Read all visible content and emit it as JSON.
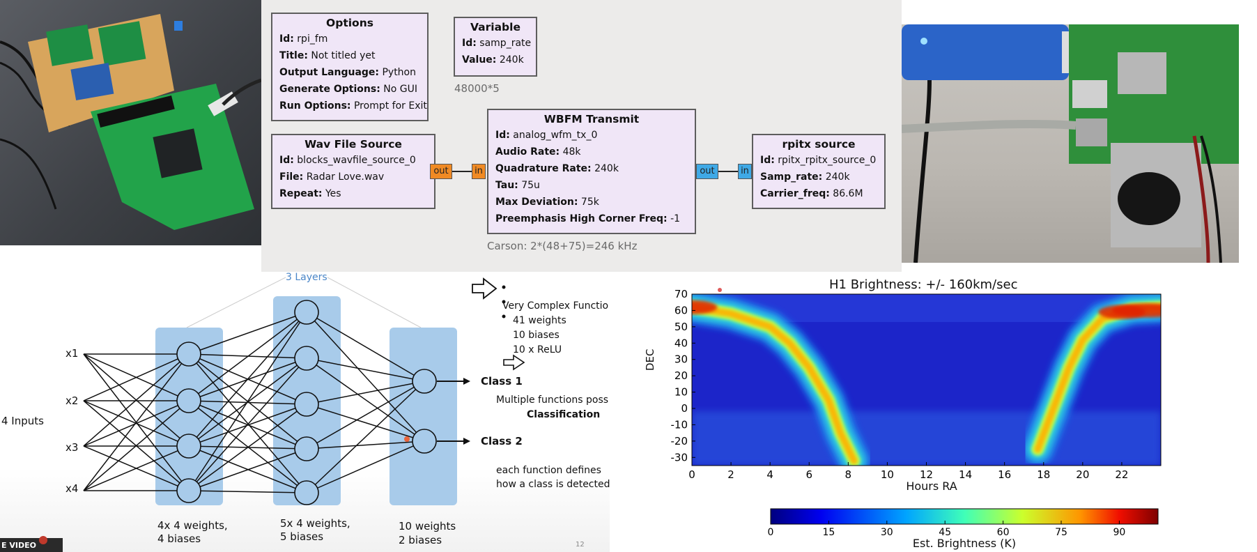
{
  "grc": {
    "options": {
      "title": "Options",
      "rows": [
        [
          "Id:",
          "rpi_fm"
        ],
        [
          "Title:",
          "Not titled yet"
        ],
        [
          "Output Language:",
          "Python"
        ],
        [
          "Generate Options:",
          "No GUI"
        ],
        [
          "Run Options:",
          "Prompt for Exit"
        ]
      ]
    },
    "variable": {
      "title": "Variable",
      "rows": [
        [
          "Id:",
          "samp_rate"
        ],
        [
          "Value:",
          "240k"
        ]
      ]
    },
    "variable_note": "48000*5",
    "wav": {
      "title": "Wav File Source",
      "rows": [
        [
          "Id:",
          "blocks_wavfile_source_0"
        ],
        [
          "File:",
          "Radar Love.wav"
        ],
        [
          "Repeat:",
          "Yes"
        ]
      ]
    },
    "wbfm": {
      "title": "WBFM Transmit",
      "rows": [
        [
          "Id:",
          "analog_wfm_tx_0"
        ],
        [
          "Audio Rate:",
          "48k"
        ],
        [
          "Quadrature Rate:",
          "240k"
        ],
        [
          "Tau:",
          "75u"
        ],
        [
          "Max Deviation:",
          "75k"
        ],
        [
          "Preemphasis High Corner Freq:",
          "-1"
        ]
      ]
    },
    "rpitx": {
      "title": "rpitx source",
      "rows": [
        [
          "Id:",
          "rpitx_rpitx_source_0"
        ],
        [
          "Samp_rate:",
          "240k"
        ],
        [
          "Carrier_freq:",
          "86.6M"
        ]
      ]
    },
    "port_out": "out",
    "port_in": "in",
    "carson": "Carson: 2*(48+75)=246 kHz"
  },
  "nn": {
    "layers_label": "3 Layers",
    "inputs": [
      "x1",
      "x2",
      "x3",
      "x4"
    ],
    "inputs_label": "4 Inputs",
    "outputs": [
      "Class 1",
      "Class 2"
    ],
    "layer_captions": [
      [
        "4x 4 weights,",
        "4 biases"
      ],
      [
        "5x 4 weights,",
        "5 biases"
      ],
      [
        "10 weights",
        "2 biases"
      ]
    ],
    "complex_title": "Very Complex Functio",
    "complex_bullets": [
      "41 weights",
      "10 biases",
      "10 x ReLU"
    ],
    "multiple": "Multiple functions poss",
    "classification": "Classification",
    "defines": [
      "each function defines",
      "how a class is detected"
    ],
    "page_num": "12",
    "badge": "E VIDEO"
  },
  "heatmap": {
    "title": "H1 Brightness:  +/- 160km/sec",
    "ylabel": "DEC",
    "xlabel": "Hours RA",
    "yticks": [
      "70",
      "60",
      "50",
      "40",
      "30",
      "20",
      "10",
      "0",
      "-10",
      "-20",
      "-30"
    ],
    "xticks": [
      "0",
      "2",
      "4",
      "6",
      "8",
      "10",
      "12",
      "14",
      "16",
      "18",
      "20",
      "22"
    ],
    "cbar_ticks": [
      "0",
      "15",
      "30",
      "45",
      "60",
      "75",
      "90"
    ],
    "cbar_label": "Est. Brightness (K)"
  },
  "chart_data": {
    "type": "heatmap",
    "title": "H1 Brightness:  +/- 160km/sec",
    "xlabel": "Hours RA",
    "ylabel": "DEC",
    "xlim": [
      0,
      24
    ],
    "ylim": [
      -35,
      70
    ],
    "colorbar": {
      "label": "Est. Brightness (K)",
      "range": [
        0,
        100
      ],
      "ticks": [
        0,
        15,
        30,
        45,
        60,
        75,
        90
      ]
    },
    "galactic_plane_band": [
      {
        "ra": 0,
        "dec": 62
      },
      {
        "ra": 2,
        "dec": 58
      },
      {
        "ra": 4,
        "dec": 50
      },
      {
        "ra": 5,
        "dec": 40
      },
      {
        "ra": 6,
        "dec": 25
      },
      {
        "ra": 7,
        "dec": 5
      },
      {
        "ra": 7.6,
        "dec": -15
      },
      {
        "ra": 8.3,
        "dec": -32
      },
      {
        "ra": 17.7,
        "dec": -25
      },
      {
        "ra": 18.5,
        "dec": 0
      },
      {
        "ra": 19.3,
        "dec": 25
      },
      {
        "ra": 20,
        "dec": 42
      },
      {
        "ra": 21,
        "dec": 55
      },
      {
        "ra": 22.5,
        "dec": 61
      },
      {
        "ra": 24,
        "dec": 62
      }
    ],
    "peak_brightness_K": 95,
    "background_brightness_K": 10
  },
  "colors": {
    "block_fill": "#f0e6f7",
    "port_out": "#f08a24",
    "port_in": "#3fa9e6",
    "layer_fill": "#a8cbea",
    "link_blue": "#4a86c8"
  }
}
